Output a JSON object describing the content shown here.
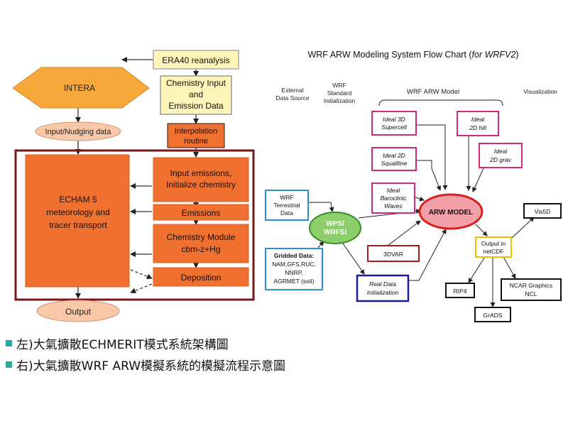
{
  "left_chart": {
    "era40": "ERA40 reanalysis",
    "intera": "INTERA",
    "chem_input": [
      "Chemistry Input",
      "and",
      "Emission Data"
    ],
    "input_nudging": "Input/Nudging data",
    "interpolation": [
      "Interpolation",
      "routine"
    ],
    "echam": [
      "ECHAM 5",
      "meteorology and",
      "tracer transport"
    ],
    "input_emissions": [
      "Input emissions,",
      "Initialize chemistry"
    ],
    "emissions": "Emissions",
    "chem_module": [
      "Chemistry Module",
      "cbm-z+Hg"
    ],
    "deposition": "Deposition",
    "output": "Output",
    "colors": {
      "orange": "#f07030",
      "diamond": "#f7a83a",
      "ellipse": "#f8c8a8",
      "chem_box": "#fff5b8",
      "frame": "#7a1515"
    }
  },
  "right_chart": {
    "title_main": "WRF ARW Modeling System Flow Chart (",
    "title_italic": "for WRFV2",
    "title_end": ")",
    "col_external": [
      "External",
      "Data Source"
    ],
    "col_wrf_std": [
      "WRF",
      "Standard",
      "Initialization"
    ],
    "col_model": "WRF ARW Model",
    "col_visual": "Visualization",
    "ideal_3d": [
      "Ideal 3D",
      "Supercell"
    ],
    "ideal_2d_squall": [
      "Ideal 2D",
      "Squallline"
    ],
    "ideal_baroclinic": [
      "Ideal",
      "Baroclinic",
      "Waves"
    ],
    "ideal_2d_hill": [
      "Ideal",
      "2D hill"
    ],
    "ideal_2d_grav": [
      "Ideal",
      "2D grav"
    ],
    "wrf_terrestrial": [
      "WRF",
      "Terrestrial",
      "Data"
    ],
    "gridded": [
      "Gridded Data:",
      "NAM,GFS,RUC,",
      "NNRP,",
      "AGRMET (soil)"
    ],
    "wps": [
      "WPS/",
      "WRFSI"
    ],
    "arw_model": "ARW MODEL",
    "three_dvar": "3DVAR",
    "real_data": [
      "Real Data",
      "Initialization"
    ],
    "output_netcdf": [
      "Output in",
      "netCDF"
    ],
    "vis5d": "Vis5D",
    "rip4": "RIP4",
    "grads": "GrADS",
    "ncar_graphics": [
      "NCAR Graphics",
      "NCL"
    ],
    "colors": {
      "ideal_border": "#cc2a7a",
      "wrf_border": "#2b8fd0",
      "wps_fill": "#8ccf6a",
      "arw_fill": "#f4a0a8",
      "arw_border": "#d42020",
      "dvar_border": "#b01818",
      "real_border": "#1a1a9a",
      "output_border": "#e8c400"
    }
  },
  "captions": [
    "左)大氣擴散ECHMERIT模式系統架構圖",
    "右)大氣擴散WRF ARW模擬系統的模擬流程示意圖"
  ]
}
